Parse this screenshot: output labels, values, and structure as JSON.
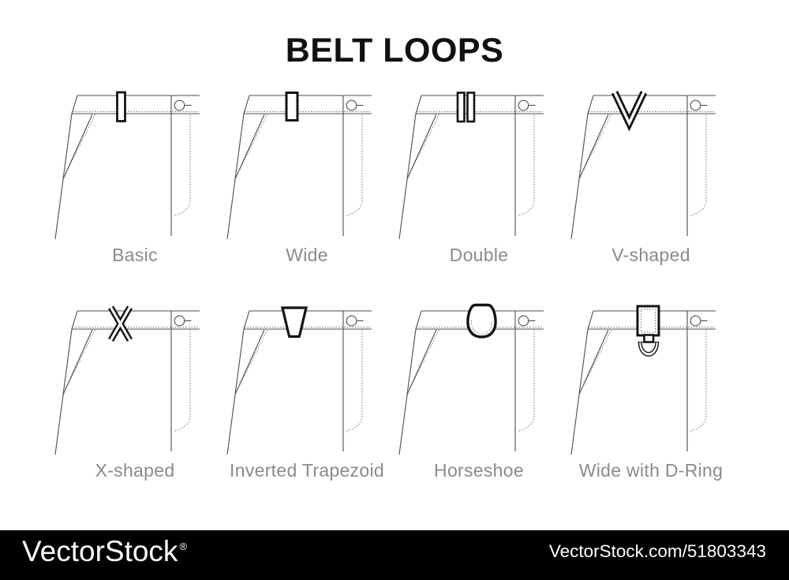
{
  "title": "BELT LOOPS",
  "panels": [
    {
      "label": "Basic"
    },
    {
      "label": "Wide"
    },
    {
      "label": "Double"
    },
    {
      "label": "V-shaped"
    },
    {
      "label": "X-shaped"
    },
    {
      "label": "Inverted Trapezoid"
    },
    {
      "label": "Horseshoe"
    },
    {
      "label": "Wide with D-Ring"
    }
  ],
  "footer": {
    "brand": "VectorStock",
    "registered_mark": "®",
    "watermark_url": "VectorStock.com/51803343"
  },
  "colors": {
    "background": "#ffffff",
    "title_text": "#111111",
    "sketch_line": "#4d4d4d",
    "stitch_line": "#6b6b6b",
    "loop_outline": "#141414",
    "label_text": "#8a8a8a",
    "footer_background": "#000000",
    "footer_text": "#ffffff"
  }
}
